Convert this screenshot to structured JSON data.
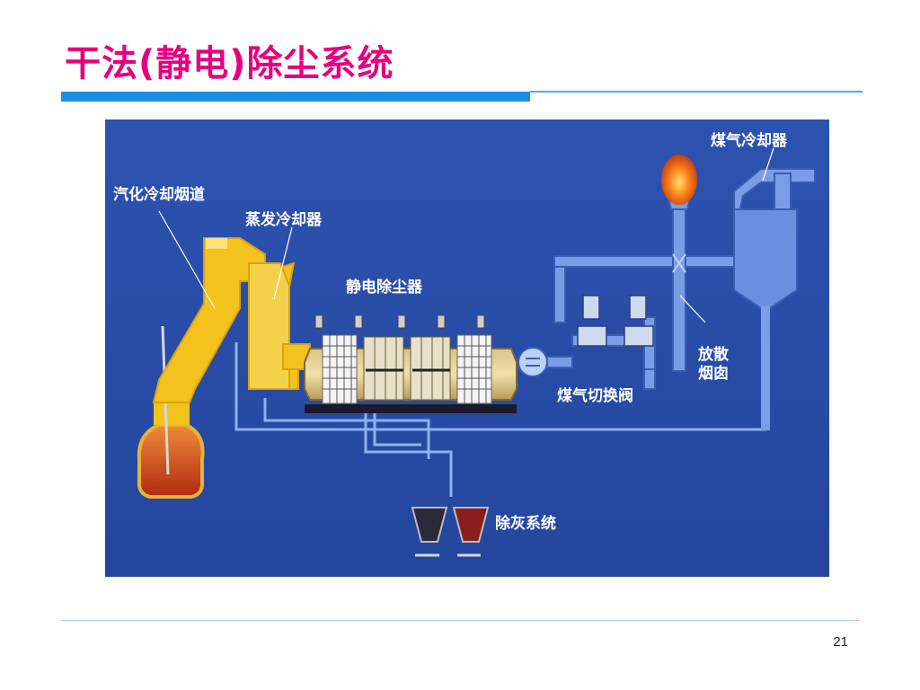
{
  "slide": {
    "title": "干法(静电)除尘系统",
    "page_number": "21"
  },
  "diagram": {
    "labels": {
      "vaporization_flue": "汽化冷却烟道",
      "evaporative_cooler": "蒸发冷却器",
      "electrostatic_precipitator": "静电除尘器",
      "gas_cooler": "煤气冷却器",
      "flare_stack_line1": "放散",
      "flare_stack_line2": "烟囱",
      "gas_switch_valve": "煤气切换阀",
      "ash_removal_system": "除灰系统"
    },
    "colors": {
      "background": "#2a4ea8",
      "flue_yellow": "#f3c21c",
      "vessel_blue": "#6a8fe0",
      "label_text": "#ffffff",
      "title_color": "#e6007e",
      "accent_rule": "#1a8fe3"
    }
  }
}
